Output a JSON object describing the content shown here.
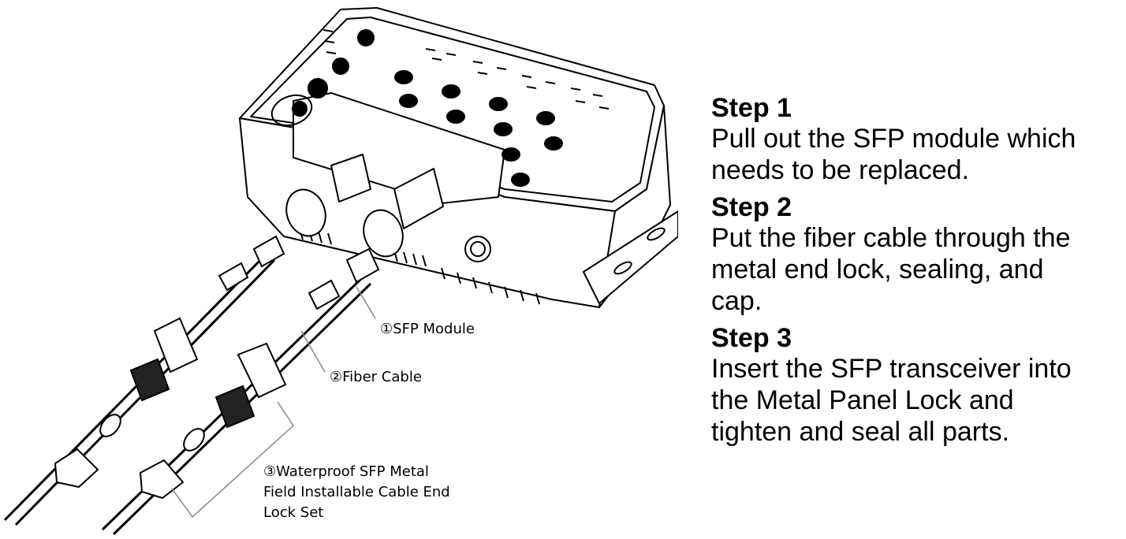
{
  "callouts": {
    "sfp_module": "①SFP Module",
    "fiber_cable": "②Fiber Cable",
    "waterproof_line1": "③Waterproof SFP Metal",
    "waterproof_line2": "Field Installable Cable End",
    "waterproof_line3": "Lock Set"
  },
  "steps": [
    {
      "title": "Step 1",
      "text": "Pull out the SFP module which\nneeds to be replaced."
    },
    {
      "title": "Step 2",
      "text": "Put the fiber cable through the\nmetal end lock, sealing, and\ncap."
    },
    {
      "title": "Step 3",
      "text": "Insert the SFP transceiver into\nthe Metal Panel Lock and\ntighten and seal all parts."
    }
  ],
  "colors": {
    "line": "#000000",
    "background": "#ffffff",
    "leader": "#888888"
  }
}
